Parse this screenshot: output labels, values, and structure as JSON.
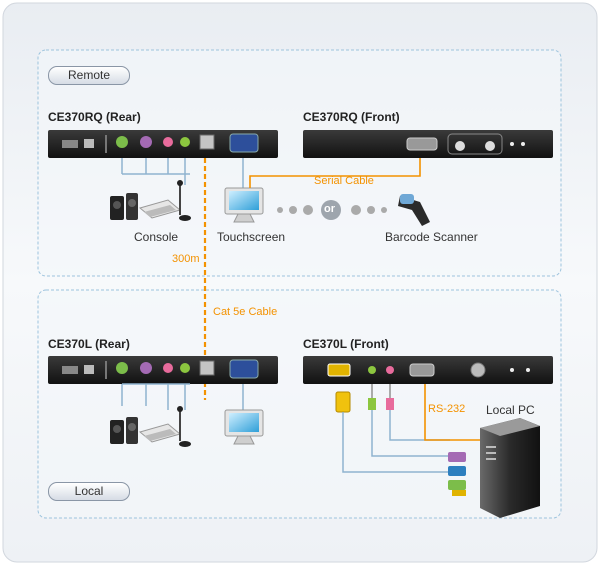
{
  "zones": {
    "remote_label": "Remote",
    "local_label": "Local"
  },
  "devices": {
    "remote_rear_title": "CE370RQ (Rear)",
    "remote_front_title": "CE370RQ (Front)",
    "local_rear_title": "CE370L (Rear)",
    "local_front_title": "CE370L (Front)"
  },
  "labels": {
    "console": "Console",
    "touchscreen": "Touchscreen",
    "barcode_scanner": "Barcode Scanner",
    "serial_cable": "Serial Cable",
    "or": "or",
    "distance": "300m",
    "cat5e_cable": "Cat 5e Cable",
    "rs232": "RS-232",
    "local_pc": "Local PC"
  },
  "colors": {
    "cable_orange": "#f39200",
    "cable_blue": "#8fb3cf",
    "zone_border": "#9cc3dd",
    "panel_dark": "#1f1f1f"
  }
}
